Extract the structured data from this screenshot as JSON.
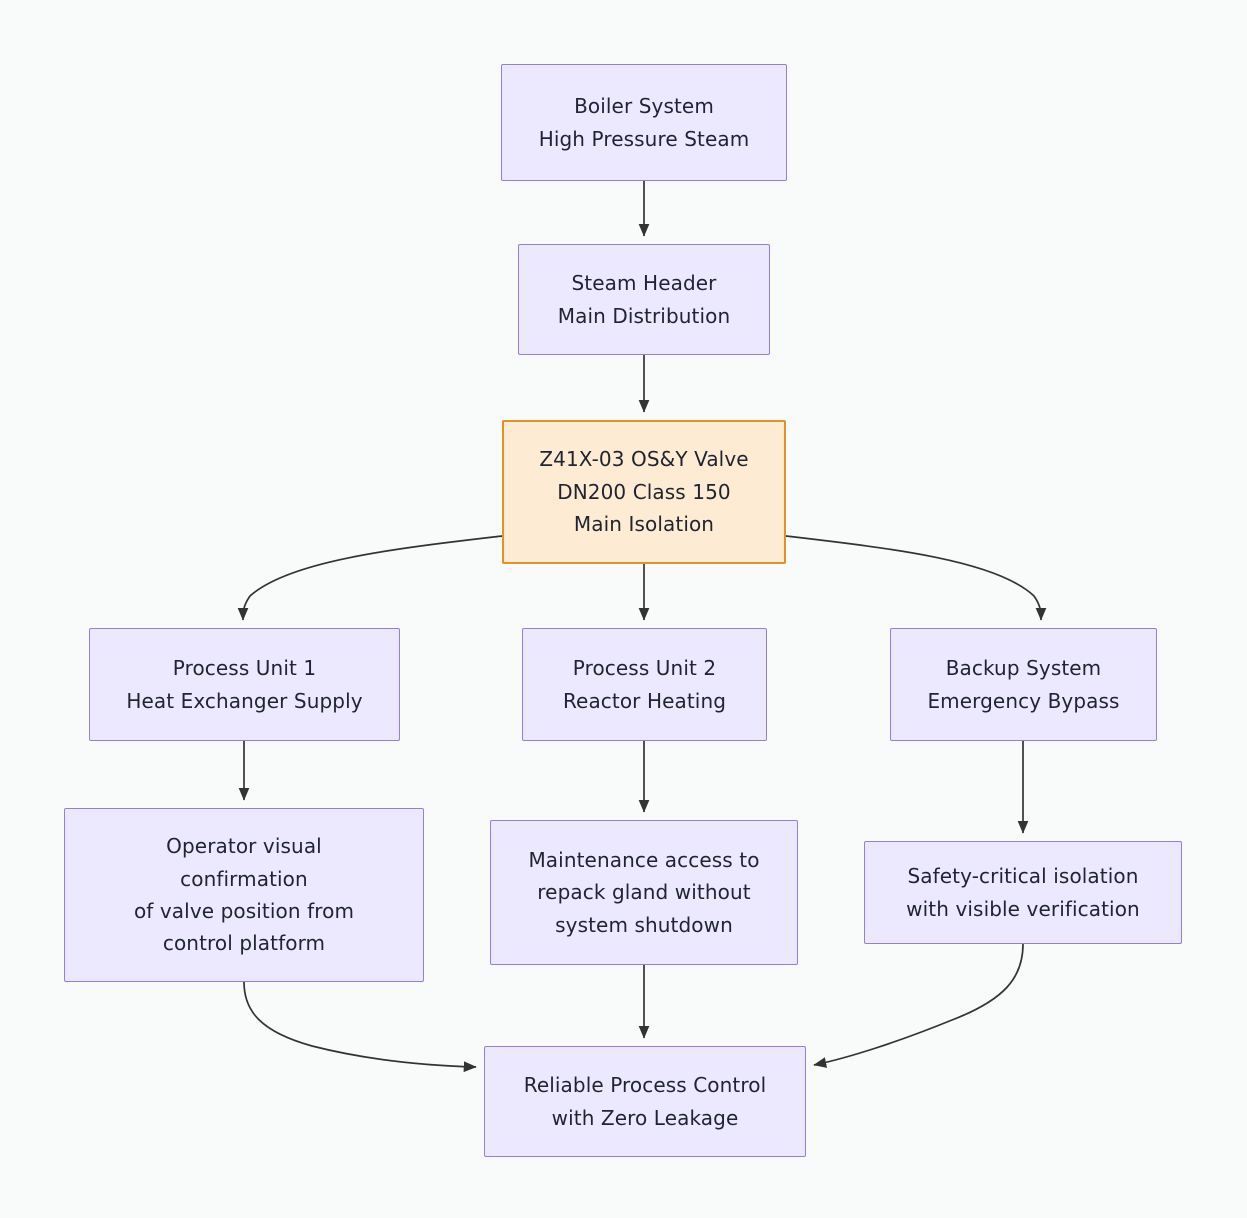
{
  "diagram": {
    "background_color": "#f8fbfa",
    "node_fill": "#ece8fd",
    "node_border": "#9a7dd6",
    "highlight_fill": "#fdebd3",
    "highlight_border": "#e3912b",
    "edge_color": "#333333",
    "text_color": "#1f2430"
  },
  "nodes": {
    "boiler": {
      "lines": [
        "Boiler System",
        "High Pressure Steam"
      ]
    },
    "header": {
      "lines": [
        "Steam Header",
        "Main Distribution"
      ]
    },
    "valve": {
      "lines": [
        "Z41X-03 OS&Y Valve",
        "DN200 Class 150",
        "Main Isolation"
      ]
    },
    "unit1": {
      "lines": [
        "Process Unit 1",
        "Heat Exchanger Supply"
      ]
    },
    "unit2": {
      "lines": [
        "Process Unit 2",
        "Reactor Heating"
      ]
    },
    "backup": {
      "lines": [
        "Backup System",
        "Emergency Bypass"
      ]
    },
    "operator": {
      "lines": [
        "Operator visual",
        "confirmation",
        "of valve position from",
        "control platform"
      ]
    },
    "maintenance": {
      "lines": [
        "Maintenance access to",
        "repack gland without",
        "system shutdown"
      ]
    },
    "safety": {
      "lines": [
        "Safety-critical isolation",
        "with visible verification"
      ]
    },
    "outcome": {
      "lines": [
        "Reliable Process Control",
        "with Zero Leakage"
      ]
    }
  },
  "edges": [
    {
      "from": "boiler",
      "to": "header"
    },
    {
      "from": "header",
      "to": "valve"
    },
    {
      "from": "valve",
      "to": "unit1"
    },
    {
      "from": "valve",
      "to": "unit2"
    },
    {
      "from": "valve",
      "to": "backup"
    },
    {
      "from": "unit1",
      "to": "operator"
    },
    {
      "from": "unit2",
      "to": "maintenance"
    },
    {
      "from": "backup",
      "to": "safety"
    },
    {
      "from": "operator",
      "to": "outcome"
    },
    {
      "from": "maintenance",
      "to": "outcome"
    },
    {
      "from": "safety",
      "to": "outcome"
    }
  ]
}
